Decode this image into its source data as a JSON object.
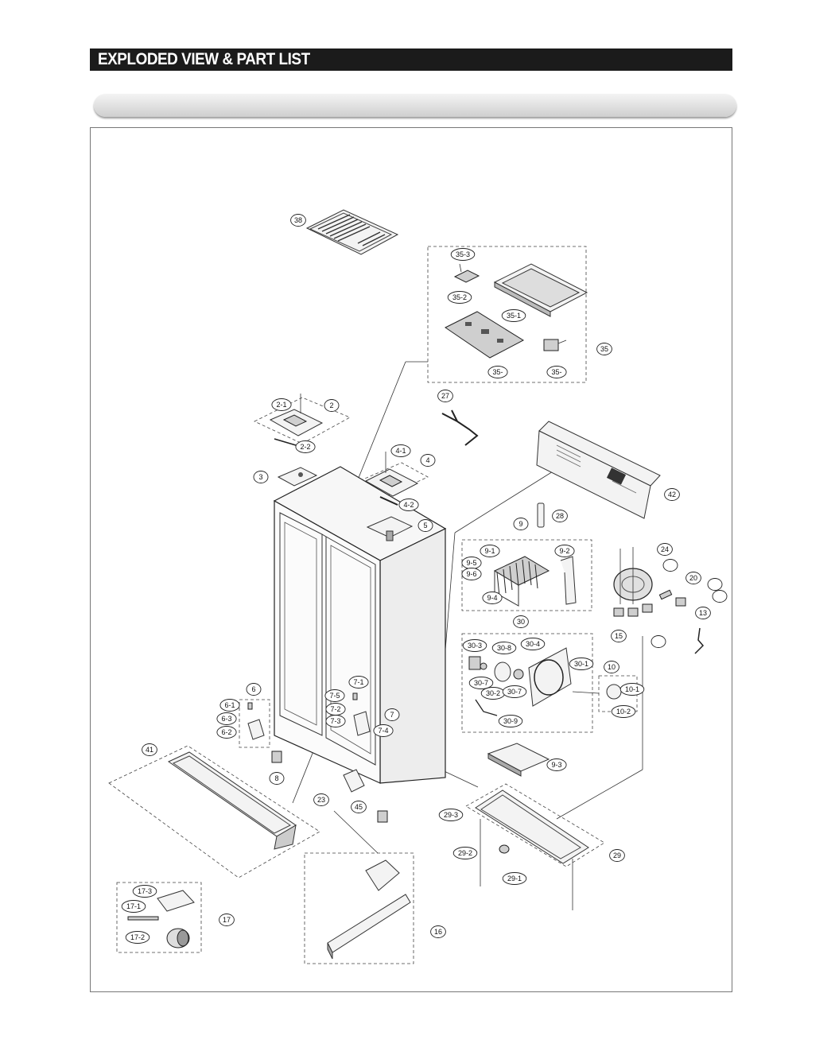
{
  "header": {
    "title": "EXPLODED VIEW & PART LIST"
  },
  "callouts": [
    {
      "id": "38",
      "label": "38"
    },
    {
      "id": "35-3",
      "label": "35-3"
    },
    {
      "id": "35-2",
      "label": "35-2"
    },
    {
      "id": "35-1",
      "label": "35-1"
    },
    {
      "id": "35",
      "label": "35"
    },
    {
      "id": "35-a",
      "label": "35-"
    },
    {
      "id": "35-b",
      "label": "35-"
    },
    {
      "id": "27",
      "label": "27"
    },
    {
      "id": "2-1",
      "label": "2-1"
    },
    {
      "id": "2",
      "label": "2"
    },
    {
      "id": "2-2",
      "label": "2-2"
    },
    {
      "id": "4-1",
      "label": "4-1"
    },
    {
      "id": "4",
      "label": "4"
    },
    {
      "id": "3",
      "label": "3"
    },
    {
      "id": "4-2",
      "label": "4-2"
    },
    {
      "id": "5",
      "label": "5"
    },
    {
      "id": "42",
      "label": "42"
    },
    {
      "id": "28",
      "label": "28"
    },
    {
      "id": "9",
      "label": "9"
    },
    {
      "id": "9-1",
      "label": "9-1"
    },
    {
      "id": "9-2",
      "label": "9-2"
    },
    {
      "id": "9-5",
      "label": "9-5"
    },
    {
      "id": "9-6",
      "label": "9-6"
    },
    {
      "id": "9-4",
      "label": "9-4"
    },
    {
      "id": "24",
      "label": "24"
    },
    {
      "id": "20",
      "label": "20"
    },
    {
      "id": "13",
      "label": "13"
    },
    {
      "id": "15",
      "label": "15"
    },
    {
      "id": "30",
      "label": "30"
    },
    {
      "id": "30-3",
      "label": "30-3"
    },
    {
      "id": "30-8",
      "label": "30-8"
    },
    {
      "id": "30-4",
      "label": "30-4"
    },
    {
      "id": "30-1",
      "label": "30-1"
    },
    {
      "id": "10",
      "label": "10"
    },
    {
      "id": "30-7a",
      "label": "30-7"
    },
    {
      "id": "30-2",
      "label": "30-2"
    },
    {
      "id": "30-7b",
      "label": "30-7"
    },
    {
      "id": "10-1",
      "label": "10-1"
    },
    {
      "id": "10-2",
      "label": "10-2"
    },
    {
      "id": "30-9",
      "label": "30-9"
    },
    {
      "id": "6",
      "label": "6"
    },
    {
      "id": "6-1",
      "label": "6-1"
    },
    {
      "id": "6-3",
      "label": "6-3"
    },
    {
      "id": "6-2",
      "label": "6-2"
    },
    {
      "id": "7-1",
      "label": "7-1"
    },
    {
      "id": "7-5",
      "label": "7-5"
    },
    {
      "id": "7-2",
      "label": "7-2"
    },
    {
      "id": "7-3",
      "label": "7-3"
    },
    {
      "id": "7",
      "label": "7"
    },
    {
      "id": "7-4",
      "label": "7-4"
    },
    {
      "id": "41",
      "label": "41"
    },
    {
      "id": "8",
      "label": "8"
    },
    {
      "id": "23",
      "label": "23"
    },
    {
      "id": "45",
      "label": "45"
    },
    {
      "id": "9-3",
      "label": "9-3"
    },
    {
      "id": "29-3",
      "label": "29-3"
    },
    {
      "id": "29-2",
      "label": "29-2"
    },
    {
      "id": "29-1",
      "label": "29-1"
    },
    {
      "id": "29",
      "label": "29"
    },
    {
      "id": "17-3",
      "label": "17-3"
    },
    {
      "id": "17-1",
      "label": "17-1"
    },
    {
      "id": "17",
      "label": "17"
    },
    {
      "id": "17-2",
      "label": "17-2"
    },
    {
      "id": "16",
      "label": "16"
    },
    {
      "id": "blank-1",
      "label": ""
    },
    {
      "id": "blank-2",
      "label": ""
    },
    {
      "id": "blank-3",
      "label": ""
    },
    {
      "id": "blank-4",
      "label": ""
    }
  ]
}
